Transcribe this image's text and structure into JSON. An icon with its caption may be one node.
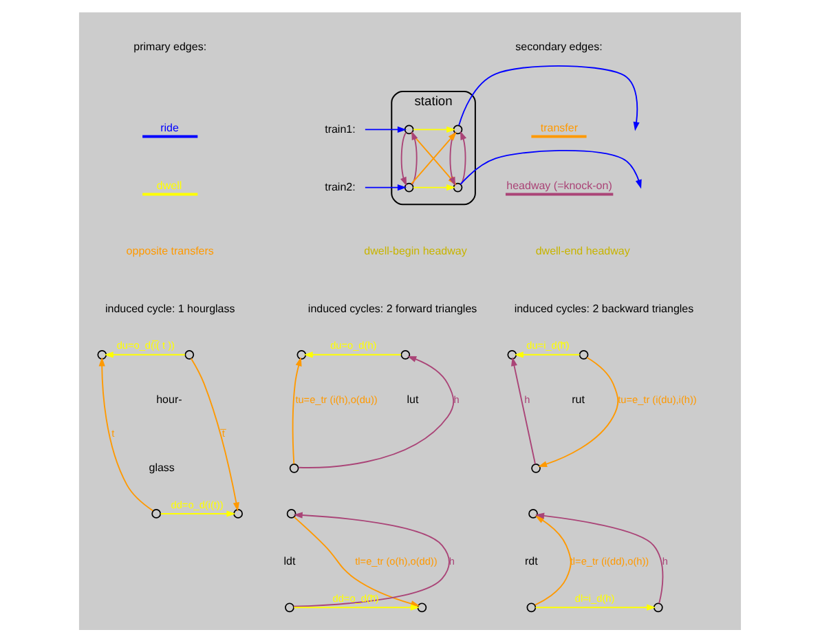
{
  "diagram": {
    "nodes": [
      {
        "text": [
          "station"
        ]
      },
      {
        "text": [
          "train1:"
        ]
      },
      {
        "text": [
          "train2:"
        ]
      },
      {
        "text": [],
        "shape": "circle",
        "in": 0
      },
      {
        "text": [],
        "shape": "circle",
        "in": 0
      },
      {
        "text": [],
        "shape": "circle",
        "in": 0
      },
      {
        "text": [],
        "shape": "circle",
        "in": 0
      },
      {
        "text": [],
        "shape": "circle"
      },
      {
        "text": [],
        "shape": "circle"
      },
      {
        "text": [],
        "shape": "circle"
      },
      {
        "text": [],
        "shape": "circle"
      },
      {
        "text": [],
        "shape": "circle"
      },
      {
        "text": [],
        "shape": "circle"
      },
      {
        "text": [],
        "shape": "circle"
      },
      {
        "text": [],
        "shape": "circle"
      },
      {
        "text": [],
        "shape": "circle"
      },
      {
        "text": [],
        "shape": "circle"
      },
      {
        "text": [],
        "shape": "circle"
      },
      {
        "text": [],
        "shape": "circle"
      },
      {
        "text": [],
        "shape": "circle"
      },
      {
        "text": [],
        "shape": "circle"
      },
      {
        "text": [],
        "shape": "circle"
      },
      {
        "text": [],
        "shape": "circle"
      }
    ],
    "edges": [
      {
        "from": 1,
        "to": 3,
        "arrow": "to",
        "color": "#0000ff"
      },
      {
        "from": 3,
        "to": 4,
        "arrow": "to",
        "color": "#ffff00"
      },
      {
        "from": 3,
        "to": 6,
        "arrow": "to",
        "color": "#ff9900"
      },
      {
        "from": 5,
        "to": 4,
        "arrow": "to",
        "color": "#ff9900"
      },
      {
        "from": 5,
        "to": 3,
        "arrow": "to",
        "color": "#aa4477"
      },
      {
        "from": 3,
        "to": 5,
        "arrow": "to",
        "color": "#aa4477"
      },
      {
        "from": 6,
        "to": 4,
        "arrow": "to",
        "color": "#aa4477"
      },
      {
        "from": 4,
        "to": 6,
        "arrow": "to",
        "color": "#aa4477"
      },
      {
        "from": 4,
        "to": null,
        "arrow": "to",
        "color": "#0000ff"
      },
      {
        "from": 2,
        "to": 5,
        "arrow": "to",
        "color": "#0000ff"
      },
      {
        "from": 5,
        "to": 6,
        "arrow": "to",
        "color": "#ffff00"
      },
      {
        "from": 6,
        "to": null,
        "arrow": "to",
        "color": "#0000ff"
      },
      {
        "from": 7,
        "to": 8,
        "arrow": "to",
        "color": "#ffff00",
        "label": "du=o_d(i̅( t ))"
      },
      {
        "from": 7,
        "to": 10,
        "arrow": "to",
        "color": "#ff9900",
        "label": "t̅"
      },
      {
        "from": 9,
        "to": 8,
        "arrow": "to",
        "color": "#ff9900",
        "label": "t"
      },
      {
        "from": 9,
        "to": 10,
        "arrow": "to",
        "color": "#ffff00",
        "label": "dd=o_d(i(t))"
      },
      {
        "from": 13,
        "to": 11,
        "arrow": "to",
        "color": "#aa4477",
        "label": "h"
      },
      {
        "from": 11,
        "to": 12,
        "arrow": "to",
        "color": "#ffff00",
        "label": "du=o_d(h)"
      },
      {
        "from": 13,
        "to": 12,
        "arrow": "to",
        "color": "#ff9900",
        "label": "tu=e_tr (i(h),o(du))"
      },
      {
        "from": 15,
        "to": 14,
        "arrow": "to",
        "color": "#aa4477",
        "label": "h"
      },
      {
        "from": 14,
        "to": 16,
        "arrow": "to",
        "color": "#ff9900",
        "label": "tl=e_tr (o(h),o(dd))"
      },
      {
        "from": 15,
        "to": 16,
        "arrow": "to",
        "color": "#ffff00",
        "label": "dd=o_d(h̅)"
      },
      {
        "from": 17,
        "to": 18,
        "arrow": "to",
        "color": "#ffff00",
        "label": "du=i_d(h̅)"
      },
      {
        "from": 17,
        "to": 19,
        "arrow": "to",
        "color": "#ff9900",
        "label": "tu=e_tr (i(du),i(h))"
      },
      {
        "from": 19,
        "to": 18,
        "arrow": "to",
        "color": "#aa4477",
        "label": "h"
      },
      {
        "from": 21,
        "to": 20,
        "arrow": "to",
        "color": "#ff9900",
        "label": "tl=e_tr (i(dd),o(h))"
      },
      {
        "from": 22,
        "to": 20,
        "arrow": "to",
        "color": "#aa4477",
        "label": "h"
      },
      {
        "from": 21,
        "to": 22,
        "arrow": "to",
        "color": "#ffff00",
        "label": "dl=i_d(h)"
      }
    ],
    "labels": [
      "primary edges:",
      "secondary edges:",
      "opposite transfers",
      "induced cycle: 1 hourglass",
      "dwell-begin headway",
      "induced cycles: 2 forward triangles",
      "dwell-end headway",
      "induced cycles: 2 backward triangles",
      "hour-",
      "glass",
      "lut",
      "ldt",
      "rut",
      "rdt"
    ],
    "legend": [
      {
        "text": "ride"
      },
      {
        "text": "dwell"
      },
      {
        "text": "transfer"
      },
      {
        "text": "headway (=knock-on)"
      }
    ]
  }
}
